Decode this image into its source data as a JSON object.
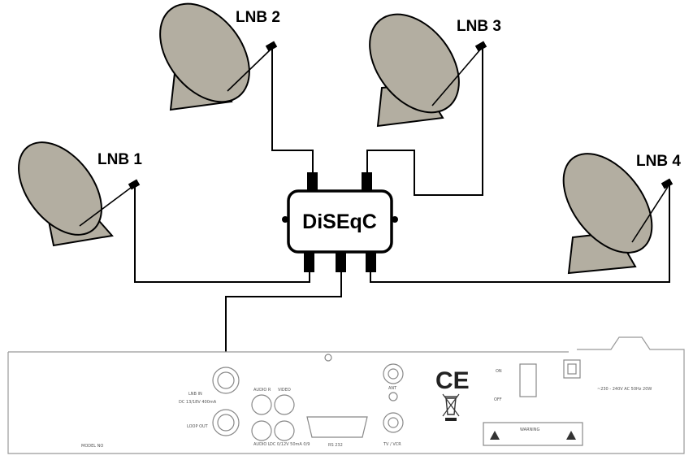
{
  "diagram": {
    "switch_label": "DiSEqC",
    "lnbs": [
      {
        "label": "LNB 1"
      },
      {
        "label": "LNB 2"
      },
      {
        "label": "LNB 3"
      },
      {
        "label": "LNB 4"
      }
    ],
    "receiver": {
      "ce_mark": "CE",
      "switch_on": "ON",
      "switch_off": "OFF",
      "port_labels": [
        "LNB IN",
        "DC 13/18V 400mA",
        "LOOP OUT",
        "AUDIO R",
        "VIDEO",
        "AUDIO L",
        "DC 0/12V 50mA 0/9",
        "RS 232",
        "ANT",
        "TV / VCR",
        "~230 - 240V AC 50Hz 20W",
        "WARNING",
        "MODEL NO"
      ]
    }
  }
}
